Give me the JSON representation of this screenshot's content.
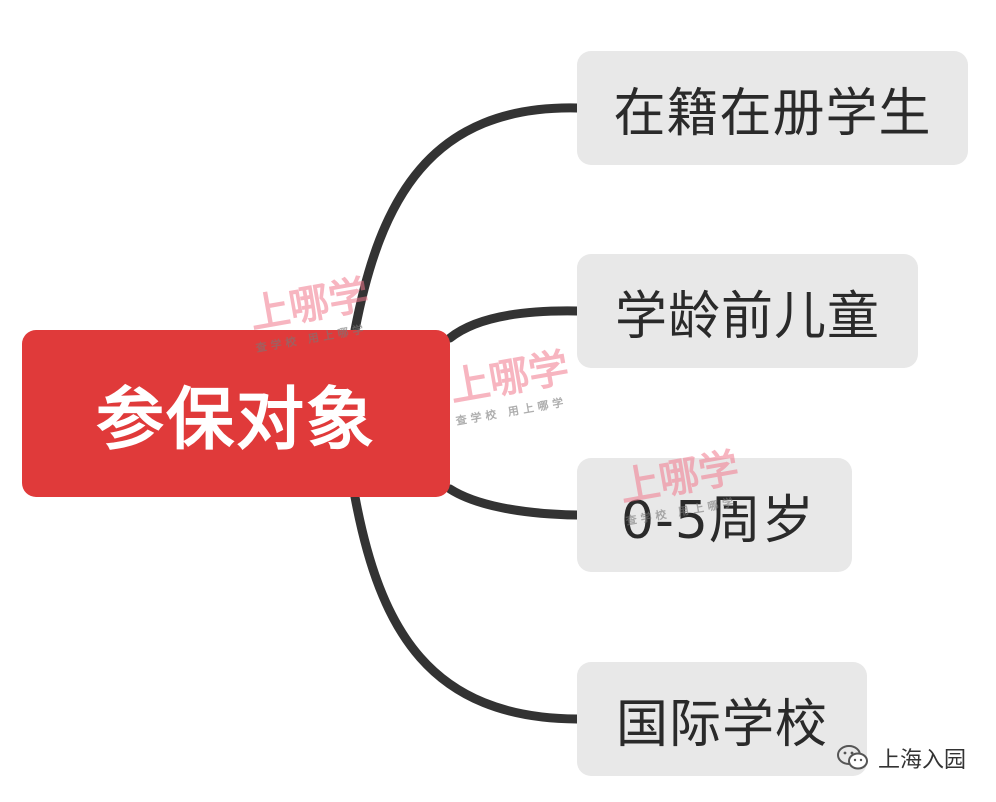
{
  "root": {
    "label": "参保对象",
    "color": "#e03a3a"
  },
  "children": [
    {
      "label": "在籍在册学生"
    },
    {
      "label": "学龄前儿童"
    },
    {
      "label": "0-5周岁"
    },
    {
      "label": "国际学校"
    }
  ],
  "watermark": {
    "title": "上哪学",
    "subtitle": "查学校  用上哪学"
  },
  "brand": {
    "label": "上海入园",
    "icon": "wechat-icon"
  },
  "colors": {
    "connector": "#333333",
    "node_bg": "#e8e8e8"
  }
}
